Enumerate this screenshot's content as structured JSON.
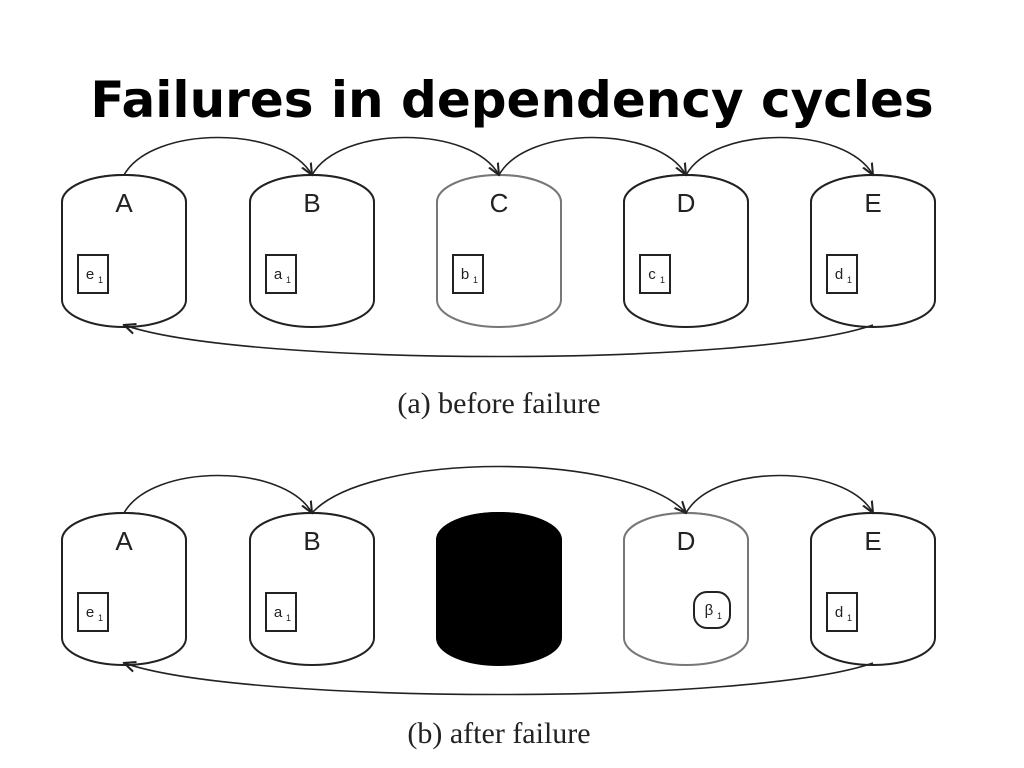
{
  "title": "Failures in dependency cycles",
  "panels": [
    {
      "caption": "(a) before failure",
      "nodes": [
        {
          "label": "A",
          "item": "e",
          "sub": "1",
          "item_shape": "box",
          "state": "normal"
        },
        {
          "label": "B",
          "item": "a",
          "sub": "1",
          "item_shape": "box",
          "state": "normal"
        },
        {
          "label": "C",
          "item": "b",
          "sub": "1",
          "item_shape": "box",
          "state": "light"
        },
        {
          "label": "D",
          "item": "c",
          "sub": "1",
          "item_shape": "box",
          "state": "normal"
        },
        {
          "label": "E",
          "item": "d",
          "sub": "1",
          "item_shape": "box",
          "state": "normal"
        }
      ],
      "edges": [
        [
          "A",
          "B"
        ],
        [
          "B",
          "C"
        ],
        [
          "C",
          "D"
        ],
        [
          "D",
          "E"
        ],
        [
          "E",
          "A"
        ]
      ]
    },
    {
      "caption": "(b) after failure",
      "nodes": [
        {
          "label": "A",
          "item": "e",
          "sub": "1",
          "item_shape": "box",
          "state": "normal"
        },
        {
          "label": "B",
          "item": "a",
          "sub": "1",
          "item_shape": "box",
          "state": "normal"
        },
        {
          "label": "",
          "item": "",
          "sub": "",
          "item_shape": "none",
          "state": "failed"
        },
        {
          "label": "D",
          "item": "β",
          "sub": "1",
          "item_shape": "rounded",
          "state": "light"
        },
        {
          "label": "E",
          "item": "d",
          "sub": "1",
          "item_shape": "box",
          "state": "normal"
        }
      ],
      "edges": [
        [
          "A",
          "B"
        ],
        [
          "B",
          "D"
        ],
        [
          "D",
          "E"
        ],
        [
          "E",
          "A"
        ]
      ]
    }
  ]
}
